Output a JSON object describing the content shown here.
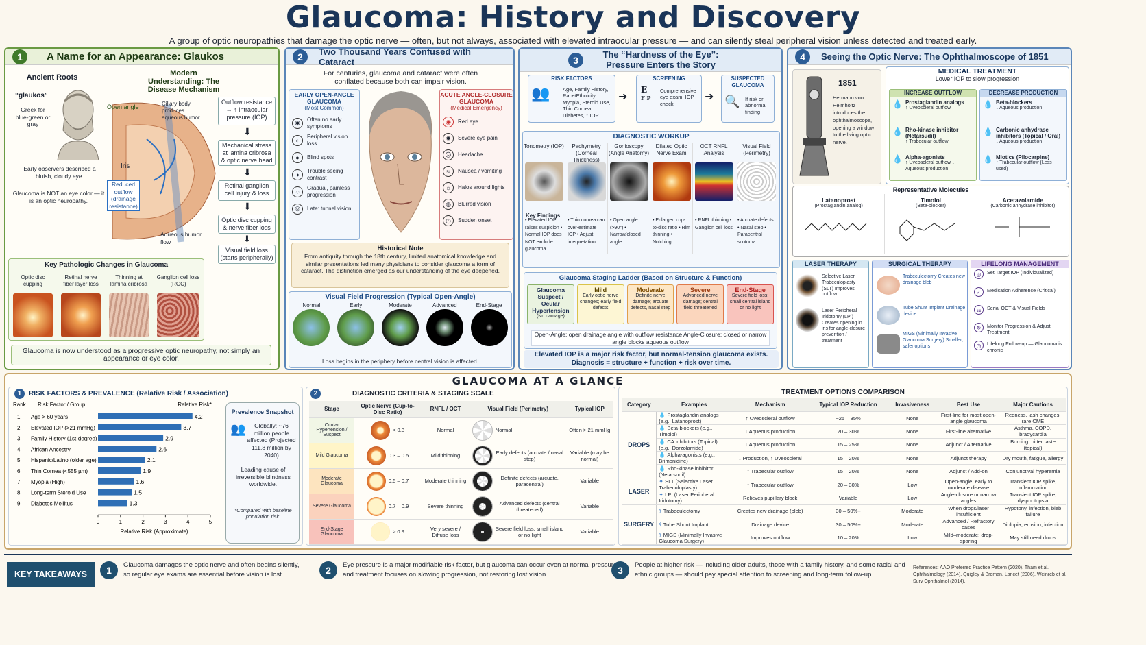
{
  "title": "Glaucoma: History and Discovery",
  "subtitle": "A group of optic neuropathies that damage the optic nerve — often, but not always, associated with elevated intraocular pressure — and can silently steal peripheral vision unless detected and treated early.",
  "p1": {
    "num": "1",
    "title": "A Name for an Appearance: Glaukos",
    "ancient_title": "Ancient Roots",
    "glaukos": "“glaukos”",
    "greek": "Greek for blue-green or gray",
    "early": "Early observers described a bluish, cloudy eye.",
    "not_color": "Glaucoma is NOT an eye color — it is an optic neuropathy.",
    "modern_title": "Modern Understanding: The Disease Mechanism",
    "labels": {
      "open_angle": "Open angle",
      "ciliary": "Ciliary body produces aqueous humor",
      "iris": "Iris",
      "reduced": "Reduced outflow (drainage resistance)",
      "aqueous": "Aqueous humor flow"
    },
    "flow": [
      "Outflow resistance → ↑ Intraocular pressure (IOP)",
      "Mechanical stress at lamina cribrosa & optic nerve head",
      "Retinal ganglion cell injury & loss",
      "Optic disc cupping & nerve fiber loss",
      "Visual field loss (starts peripherally)"
    ],
    "path_title": "Key Pathologic Changes in Glaucoma",
    "path": [
      "Optic disc cupping",
      "Retinal nerve fiber layer loss",
      "Thinning at lamina cribrosa",
      "Ganglion cell loss (RGC)"
    ],
    "footer": "Glaucoma is now understood as a progressive optic neuropathy, not simply an appearance or eye color."
  },
  "p2": {
    "num": "2",
    "title": "Two Thousand Years Confused with Cataract",
    "intro": "For centuries, glaucoma and cataract were often conflated because both can impair vision.",
    "left_title": "EARLY OPEN-ANGLE GLAUCOMA",
    "left_sub": "(Most Common)",
    "left": [
      "Often no early symptoms",
      "Peripheral vision loss",
      "Blind spots",
      "Trouble seeing contrast",
      "Gradual, painless progression",
      "Late: tunnel vision"
    ],
    "right_title": "ACUTE ANGLE-CLOSURE GLAUCOMA",
    "right_sub": "(Medical Emergency)",
    "right": [
      "Red eye",
      "Severe eye pain",
      "Headache",
      "Nausea / vomiting",
      "Halos around lights",
      "Blurred vision",
      "Sudden onset"
    ],
    "note_title": "Historical Note",
    "note": "From antiquity through the 18th century, limited anatomical knowledge and similar presentations led many physicians to consider glaucoma a form of cataract. The distinction emerged as our understanding of the eye deepened.",
    "vf_title": "Visual Field Progression (Typical Open-Angle)",
    "vf": [
      "Normal",
      "Early",
      "Moderate",
      "Advanced",
      "End-Stage"
    ],
    "vf_note": "Loss begins in the periphery before central vision is affected."
  },
  "p3": {
    "num": "3",
    "title": "The “Hardness of the Eye”: Pressure Enters the Story",
    "rf_title": "RISK FACTORS",
    "rf": "Age, Family History, Race/Ethnicity, Myopia, Steroid Use, Thin Cornea, Diabetes, ↑ IOP",
    "sc_title": "SCREENING",
    "sc": "Comprehensive eye exam, IOP check",
    "sus_title": "SUSPECTED GLAUCOMA",
    "sus": "If risk or abnormal finding",
    "dx_title": "DIAGNOSTIC WORKUP",
    "dx": [
      "Tonometry (IOP)",
      "Pachymetry (Corneal Thickness)",
      "Gonioscopy (Angle Anatomy)",
      "Dilated Optic Nerve Exam",
      "OCT RNFL Analysis",
      "Visual Field (Perimetry)"
    ],
    "kf_label": "Key Findings",
    "kf": [
      "• Elevated IOP raises suspicion • Normal IOP does NOT exclude glaucoma",
      "• Thin cornea can over-estimate IOP • Adjust interpretation",
      "• Open angle (>90°) • Narrow/closed angle",
      "• Enlarged cup-to-disc ratio • Rim thinning • Notching",
      "• RNFL thinning • Ganglion cell loss",
      "• Arcuate defects • Nasal step • Paracentral scotoma"
    ],
    "stage_title": "Glaucoma Staging Ladder (Based on Structure & Function)",
    "stages": [
      {
        "n": "Glaucoma Suspect / Ocular Hypertension",
        "d": "(No damage)"
      },
      {
        "n": "Mild",
        "d": "Early optic nerve changes; early field defects"
      },
      {
        "n": "Moderate",
        "d": "Definite nerve damage; arcuate defects, nasal step"
      },
      {
        "n": "Severe",
        "d": "Advanced nerve damage; central field threatened"
      },
      {
        "n": "End-Stage",
        "d": "Severe field loss; small central island or no light"
      }
    ],
    "types": "Open-Angle: open drainage angle with outflow resistance Angle-Closure: closed or narrow angle blocks aqueous outflow",
    "bottom": "Elevated IOP is a major risk factor, but normal-tension glaucoma exists. Diagnosis = structure + function + risk over time."
  },
  "p4": {
    "num": "4",
    "title": "Seeing the Optic Nerve: The Ophthalmoscope of 1851",
    "year": "1851",
    "helm": "Hermann von Helmholtz introduces the ophthalmoscope, opening a window to the living optic nerve.",
    "med_title": "MEDICAL TREATMENT",
    "med_sub": "Lower IOP to slow progression",
    "inc_title": "INCREASE OUTFLOW",
    "inc": [
      {
        "n": "Prostaglandin analogs",
        "d": "↑ Uveoscleral outflow"
      },
      {
        "n": "Rho-kinase inhibitor (Netarsudil)",
        "d": "↑ Trabecular outflow"
      },
      {
        "n": "Alpha-agonists",
        "d": "↑ Uveoscleral outflow ↓ Aqueous production"
      }
    ],
    "dec_title": "DECREASE PRODUCTION",
    "dec": [
      {
        "n": "Beta-blockers",
        "d": "↓ Aqueous production"
      },
      {
        "n": "Carbonic anhydrase inhibitors (Topical / Oral)",
        "d": "↓ Aqueous production"
      },
      {
        "n": "Miotics (Pilocarpine)",
        "d": "↑ Trabecular outflow (Less used)"
      }
    ],
    "mol_title": "Representative Molecules",
    "mols": [
      {
        "n": "Latanoprost",
        "d": "(Prostaglandin analog)"
      },
      {
        "n": "Timolol",
        "d": "(Beta-blocker)"
      },
      {
        "n": "Acetazolamide",
        "d": "(Carbonic anhydrase inhibitor)"
      }
    ],
    "laser_title": "LASER THERAPY",
    "laser": [
      "Selective Laser Trabeculoplasty (SLT) Improves outflow",
      "Laser Peripheral Iridotomy (LPI) Creates opening in iris for angle-closure prevention / treatment"
    ],
    "surg_title": "SURGICAL THERAPY",
    "surg": [
      "Trabeculectomy Creates new drainage bleb",
      "Tube Shunt Implant Drainage device",
      "MIGS (Minimally Invasive Glaucoma Surgery) Smaller, safer options"
    ],
    "life_title": "LIFELONG MANAGEMENT",
    "life": [
      "Set Target IOP (Individualized)",
      "Medication Adherence (Critical)",
      "Serial OCT & Visual Fields",
      "Monitor Progression & Adjust Treatment",
      "Lifelong Follow-up — Glaucoma is chronic"
    ]
  },
  "glance_title": "GLAUCOMA AT A GLANCE",
  "rf_chart": {
    "num": "1",
    "title": "RISK FACTORS & PREVALENCE (Relative Risk / Association)",
    "h_rank": "Rank",
    "h_factor": "Risk Factor / Group",
    "h_rr": "Relative Risk*",
    "xlabel": "Relative Risk (Approximate)",
    "ticks": [
      "0",
      "1",
      "2",
      "3",
      "4",
      "5"
    ],
    "snap_title": "Prevalence Snapshot",
    "snap1": "Globally: ~76 million people affected (Projected 111.8 million by 2040)",
    "snap2": "Leading cause of irreversible blindness worldwide.",
    "snap3": "*Compared with baseline population risk."
  },
  "chart_data": {
    "type": "bar",
    "orientation": "horizontal",
    "categories": [
      "Age > 60 years",
      "Elevated IOP (>21 mmHg)",
      "Family History (1st-degree)",
      "African Ancestry",
      "Hispanic/Latino (older age)",
      "Thin Cornea (<555 µm)",
      "Myopia (High)",
      "Long-term Steroid Use",
      "Diabetes Mellitus"
    ],
    "values": [
      4.2,
      3.7,
      2.9,
      2.6,
      2.1,
      1.9,
      1.6,
      1.5,
      1.3
    ],
    "xlim": [
      0,
      5
    ],
    "xlabel": "Relative Risk (Approximate)",
    "color": "#2f6fb5"
  },
  "crit": {
    "num": "2",
    "title": "DIAGNOSTIC CRITERIA & STAGING SCALE",
    "heads": [
      "Stage",
      "Optic Nerve (Cup-to-Disc Ratio)",
      "RNFL / OCT",
      "Visual Field (Perimetry)",
      "Typical IOP"
    ],
    "rows": [
      [
        "Ocular Hypertension / Suspect",
        "< 0.3",
        "Normal",
        "Normal",
        "Often > 21 mmHg"
      ],
      [
        "Mild Glaucoma",
        "0.3 – 0.5",
        "Mild thinning",
        "Early defects (arcuate / nasal step)",
        "Variable (may be normal)"
      ],
      [
        "Moderate Glaucoma",
        "0.5 – 0.7",
        "Moderate thinning",
        "Definite defects (arcuate, paracentral)",
        "Variable"
      ],
      [
        "Severe Glaucoma",
        "0.7 – 0.9",
        "Severe thinning",
        "Advanced defects (central threatened)",
        "Variable"
      ],
      [
        "End-Stage Glaucoma",
        "≥ 0.9",
        "Very severe / Diffuse loss",
        "Severe field loss; small island or no light",
        "Variable"
      ]
    ]
  },
  "tx": {
    "title": "TREATMENT OPTIONS COMPARISON",
    "heads": [
      "Category",
      "Examples",
      "Mechanism",
      "Typical IOP Reduction",
      "Invasiveness",
      "Best Use",
      "Major Cautions"
    ],
    "groups": [
      "DROPS",
      "LASER",
      "SURGERY"
    ],
    "rows": [
      [
        "Prostaglandin analogs (e.g., Latanoprost)",
        "↑ Uveoscleral outflow",
        "~25 – 35%",
        "None",
        "First-line for most open-angle glaucoma",
        "Redness, lash changes, rare CME"
      ],
      [
        "Beta-blockers (e.g., Timolol)",
        "↓ Aqueous production",
        "20 – 30%",
        "None",
        "First-line alternative",
        "Asthma, COPD, bradycardia"
      ],
      [
        "CA inhibitors (Topical) (e.g., Dorzolamide)",
        "↓ Aqueous production",
        "15 – 25%",
        "None",
        "Adjunct / Alternative",
        "Burning, bitter taste (topical)"
      ],
      [
        "Alpha-agonists (e.g., Brimonidine)",
        "↓ Production, ↑ Uveoscleral",
        "15 – 20%",
        "None",
        "Adjunct therapy",
        "Dry mouth, fatigue, allergy"
      ],
      [
        "Rho-kinase inhibitor (Netarsudil)",
        "↑ Trabecular outflow",
        "15 – 20%",
        "None",
        "Adjunct / Add-on",
        "Conjunctival hyperemia"
      ],
      [
        "SLT (Selective Laser Trabeculoplasty)",
        "↑ Trabecular outflow",
        "20 – 30%",
        "Low",
        "Open-angle, early to moderate disease",
        "Transient IOP spike, inflammation"
      ],
      [
        "LPI (Laser Peripheral Iridotomy)",
        "Relieves pupillary block",
        "Variable",
        "Low",
        "Angle-closure or narrow angles",
        "Transient IOP spike, dysphotopsia"
      ],
      [
        "Trabeculectomy",
        "Creates new drainage (bleb)",
        "30 – 50%+",
        "Moderate",
        "When drops/laser insufficient",
        "Hypotony, infection, bleb failure"
      ],
      [
        "Tube Shunt Implant",
        "Drainage device",
        "30 – 50%+",
        "Moderate",
        "Advanced / Refractory cases",
        "Diplopia, erosion, infection"
      ],
      [
        "MIGS (Minimally Invasive Glaucoma Surgery)",
        "Improves outflow",
        "10 – 20%",
        "Low",
        "Mild–moderate; drop-sparing",
        "May still need drops"
      ]
    ]
  },
  "key": {
    "label": "KEY TAKEAWAYS",
    "items": [
      "Glaucoma damages the optic nerve and often begins silently, so regular eye exams are essential before vision is lost.",
      "Eye pressure is a major modifiable risk factor, but glaucoma can occur even at normal pressures and treatment focuses on slowing progression, not restoring lost vision.",
      "People at higher risk — including older adults, those with a family history, and some racial and ethnic groups — should pay special attention to screening and long-term follow-up."
    ],
    "refs": "References: AAO Preferred Practice Pattern (2020). Tham et al. Ophthalmology (2014). Quigley & Broman. Lancet (2006). Weinreb et al. Surv Ophthalmol (2014)."
  }
}
